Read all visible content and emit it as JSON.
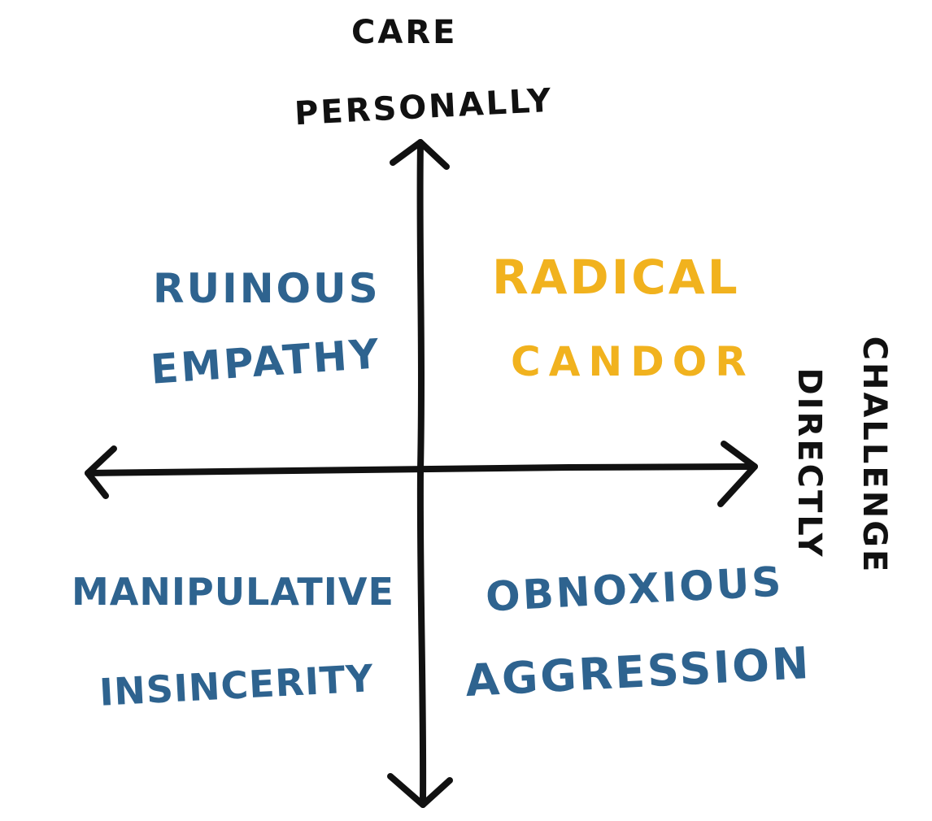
{
  "axes": {
    "y_label_line1": "Care",
    "y_label_line2": "Personally",
    "x_label_line1": "Challenge",
    "x_label_line2": "Directly"
  },
  "quadrants": {
    "top_left": {
      "line1": "Ruinous",
      "line2": "Empathy",
      "color": "#2e638f"
    },
    "top_right": {
      "line1": "Radical",
      "line2": "Candor",
      "color": "#f1b21e"
    },
    "bottom_left": {
      "line1": "Manipulative",
      "line2": "Insincerity",
      "color": "#2e638f"
    },
    "bottom_right": {
      "line1": "Obnoxious",
      "line2": "Aggression",
      "color": "#2e638f"
    }
  },
  "colors": {
    "axis": "#111111"
  }
}
